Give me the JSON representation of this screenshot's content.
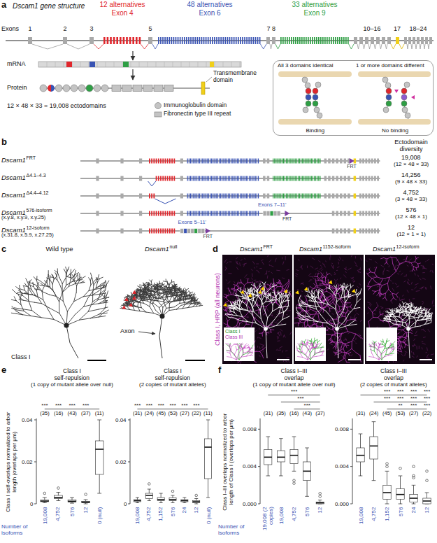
{
  "diagram": {
    "nodes": [
      {
        "text": [
          "All 3 domains identical",
          "1 or more domains different",
          "Binding",
          "No binding"
        ]
      }
    ],
    "labels": [
      "a",
      "Dscam1 gene structure",
      "12 alternatives",
      "Exon 4",
      "48 alternatives",
      "Exon 6",
      "33 alternatives",
      "Exon 9",
      "Exons",
      "1",
      "2",
      "3",
      "5",
      "7 8",
      "10–16",
      "17",
      "18–24",
      "mRNA",
      "Protein",
      "Transmembrane domain",
      "12 × 48 × 33 = 19,008 ectodomains",
      "b",
      "Ectodomain diversity",
      "Dscam1",
      "FRT",
      "FRT",
      "19,008",
      "(12 × 48 × 33)",
      "Dscam1",
      "Δ4.1–4.3",
      "14,256",
      "(9 × 48 × 33)",
      "Dscam1",
      "Δ4.4–4.12",
      "4,752",
      "(3 × 48 × 33)",
      "Dscam1",
      "576-isoform",
      "(x.y.8, x.y.9, x.y.25)",
      "Exons 7–11'",
      "FRT",
      "576",
      "(12 × 48 × 1)",
      "Dscam1",
      "12-isoform",
      "(x.31.8, x.5.9, x.27.25)",
      "Exons 5–11'",
      "FRT",
      "12",
      "(12 × 1 × 1)",
      "c",
      "Wild type",
      "Dscam1",
      "null",
      "Class I",
      "Axon",
      "d",
      "Dscam1",
      "FRT",
      "Dscam1",
      "1152-isoform",
      "Dscam1",
      "12-isoform",
      "Class I, HRP (all neurons)",
      "Class I",
      "Class III",
      "e",
      "Class I",
      "self-repulsion",
      "(1 copy of mutant allele over null)",
      "Class I self-overlaps normalized to arbor length (overlaps per μm)",
      "0.04",
      "0.02",
      "0",
      "***",
      "***",
      "***",
      "***",
      "(35)",
      "(16)",
      "(43)",
      "(37)",
      "(11)",
      "19,008",
      "4,752",
      "576",
      "12",
      "0 (null)",
      "Number of isoforms",
      "Class I",
      "self-repulsion",
      "(2 copies of mutant alleles)",
      "0.04",
      "0.02",
      "0",
      "***",
      "***",
      "***",
      "***",
      "***",
      "***",
      "(31)",
      "(24)",
      "(45)",
      "(53)",
      "(27)",
      "(22)",
      "(11)",
      "19,008",
      "4,752",
      "1,152",
      "576",
      "24",
      "12",
      "0 (null)",
      "f",
      "Class I–III",
      "overlap",
      "(1 copy of mutant allele over null)",
      "Class I–III overlaps normalized to arbor length of Class I (overlaps per μm)",
      "0.008",
      "0.004",
      "0.000",
      "***",
      "***",
      "***",
      "(31)",
      "(35)",
      "(16)",
      "(43)",
      "(37)",
      "19,008 (2 copies)",
      "19,008",
      "4,752",
      "576",
      "12",
      "Number of isoforms",
      "Class I–III",
      "overlap",
      "(2 copies of mutant alleles)",
      "0.008",
      "0.004",
      "0.000",
      "***",
      "***",
      "***",
      "***",
      "***",
      "***",
      "***",
      "***",
      "**",
      "***",
      "***",
      "(31)",
      "(24)",
      "(45)",
      "(53)",
      "(27)",
      "(22)",
      "19,008",
      "4,752",
      "1,152",
      "576",
      "24",
      "12"
    ],
    "legend": [
      {
        "text": "Immunoglobulin domain"
      },
      {
        "text": "Fibronectin type III repeat"
      }
    ]
  }
}
